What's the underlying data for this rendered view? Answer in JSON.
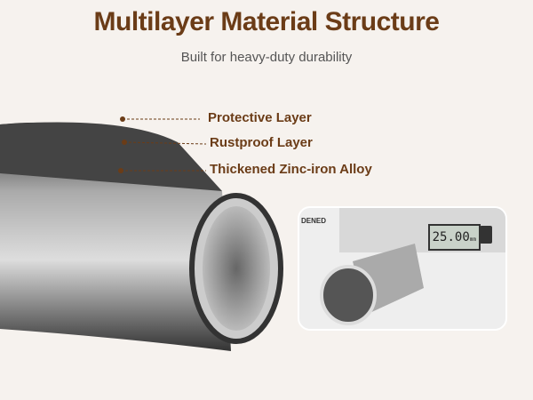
{
  "title": "Multilayer Material Structure",
  "subtitle": "Built for heavy-duty durability",
  "layers": [
    "Protective Layer",
    "Rustproof Layer",
    "Thickened Zinc-iron Alloy"
  ],
  "caliper": {
    "reading": "25.00",
    "unit": "mm",
    "brand": "DENED"
  },
  "colors": {
    "title": "#6b3c17",
    "background": "#f6f2ee"
  }
}
